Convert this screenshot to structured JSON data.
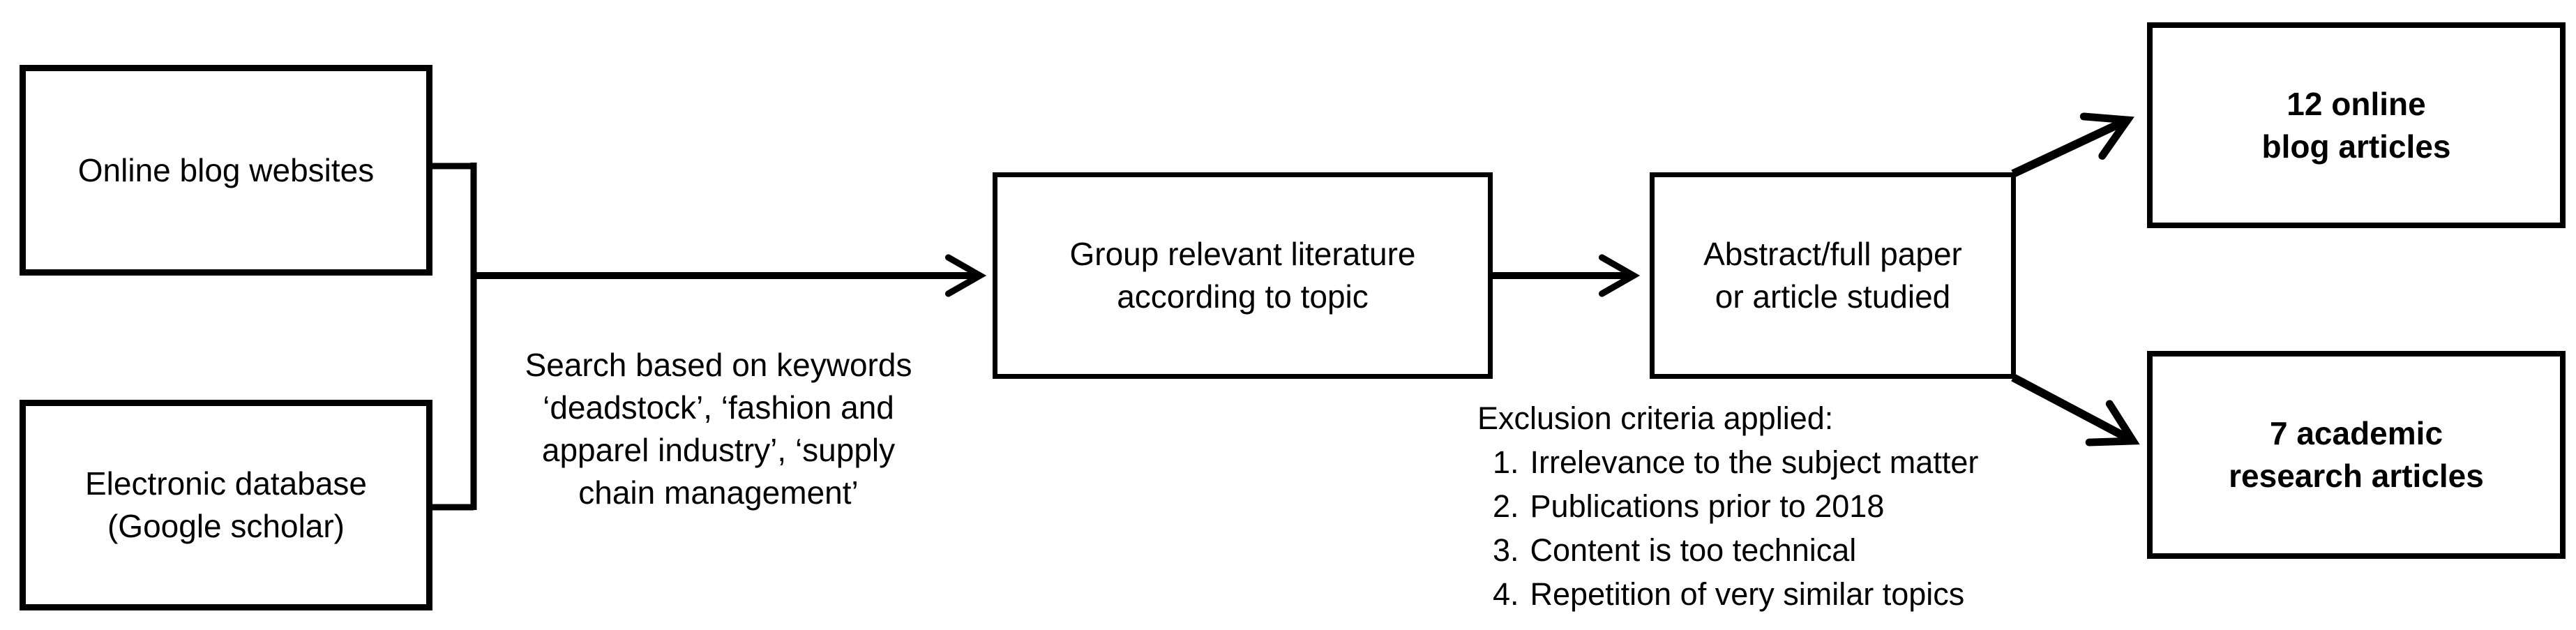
{
  "figure": {
    "background": "#ffffff",
    "ink": "#000000"
  },
  "boxes": {
    "sources_blog": {
      "label": "Online blog websites"
    },
    "sources_db": {
      "label": "Electronic database\n(Google scholar)"
    },
    "group": {
      "label": "Group relevant literature\naccording to topic"
    },
    "abstract": {
      "label": "Abstract/full paper\nor article studied"
    },
    "output_blog": {
      "label": "12 online\nblog articles"
    },
    "output_academic": {
      "label": "7 academic\nresearch articles"
    }
  },
  "annotations": {
    "search_keywords": "Search based on keywords\n‘deadstock’, ‘fashion and\napparel industry’, ‘supply\nchain management’",
    "exclusion": {
      "title": "Exclusion criteria applied:",
      "items": [
        {
          "num": "1.",
          "text": "Irrelevance to the subject matter"
        },
        {
          "num": "2.",
          "text": "Publications prior to 2018"
        },
        {
          "num": "3.",
          "text": "Content is too technical"
        },
        {
          "num": "4.",
          "text": "Repetition of very similar topics"
        }
      ]
    }
  }
}
